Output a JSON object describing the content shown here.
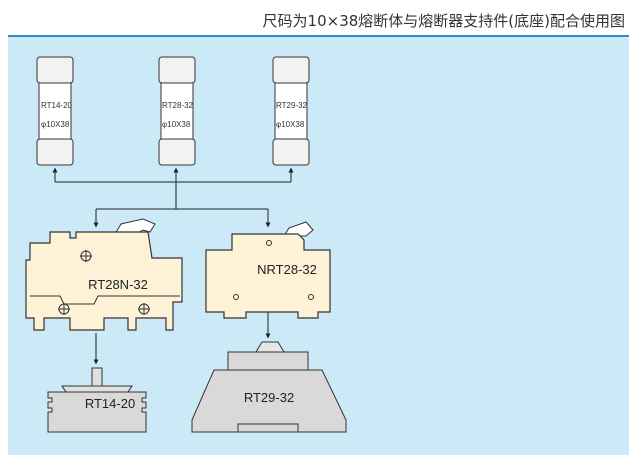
{
  "header": {
    "title": "尺码为10×38熔断体与熔断器支持件(底座)配合使用图"
  },
  "fuses": [
    {
      "model": "RT14-20",
      "size": "φ10X38"
    },
    {
      "model": "RT28-32",
      "size": "φ10X38"
    },
    {
      "model": "RT29-32",
      "size": "φ10X38"
    }
  ],
  "holders": [
    {
      "label": "RT28N-32"
    },
    {
      "label": "NRT28-32"
    }
  ],
  "bases": [
    {
      "label": "RT14-20"
    },
    {
      "label": "RT29-32"
    }
  ],
  "colors": {
    "panel": "#cce9f7",
    "rule": "#2a8fcd",
    "cream": "#fdf2d6",
    "gray": "#d9d9d9"
  }
}
